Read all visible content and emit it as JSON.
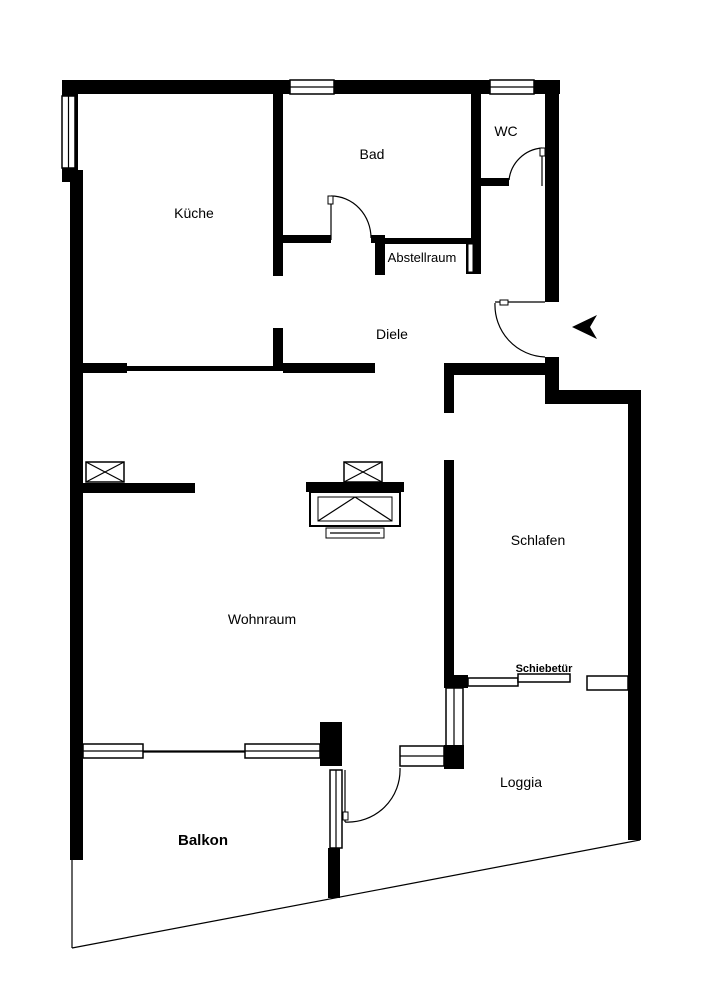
{
  "rooms": {
    "kueche": "Küche",
    "bad": "Bad",
    "wc": "WC",
    "abstellraum": "Abstellraum",
    "diele": "Diele",
    "schlafen": "Schlafen",
    "wohnraum": "Wohnraum",
    "loggia": "Loggia",
    "balkon": "Balkon"
  },
  "annotations": {
    "schiebetuer": "Schiebetür"
  },
  "icons": {
    "entrance": "entrance-arrow-icon"
  }
}
